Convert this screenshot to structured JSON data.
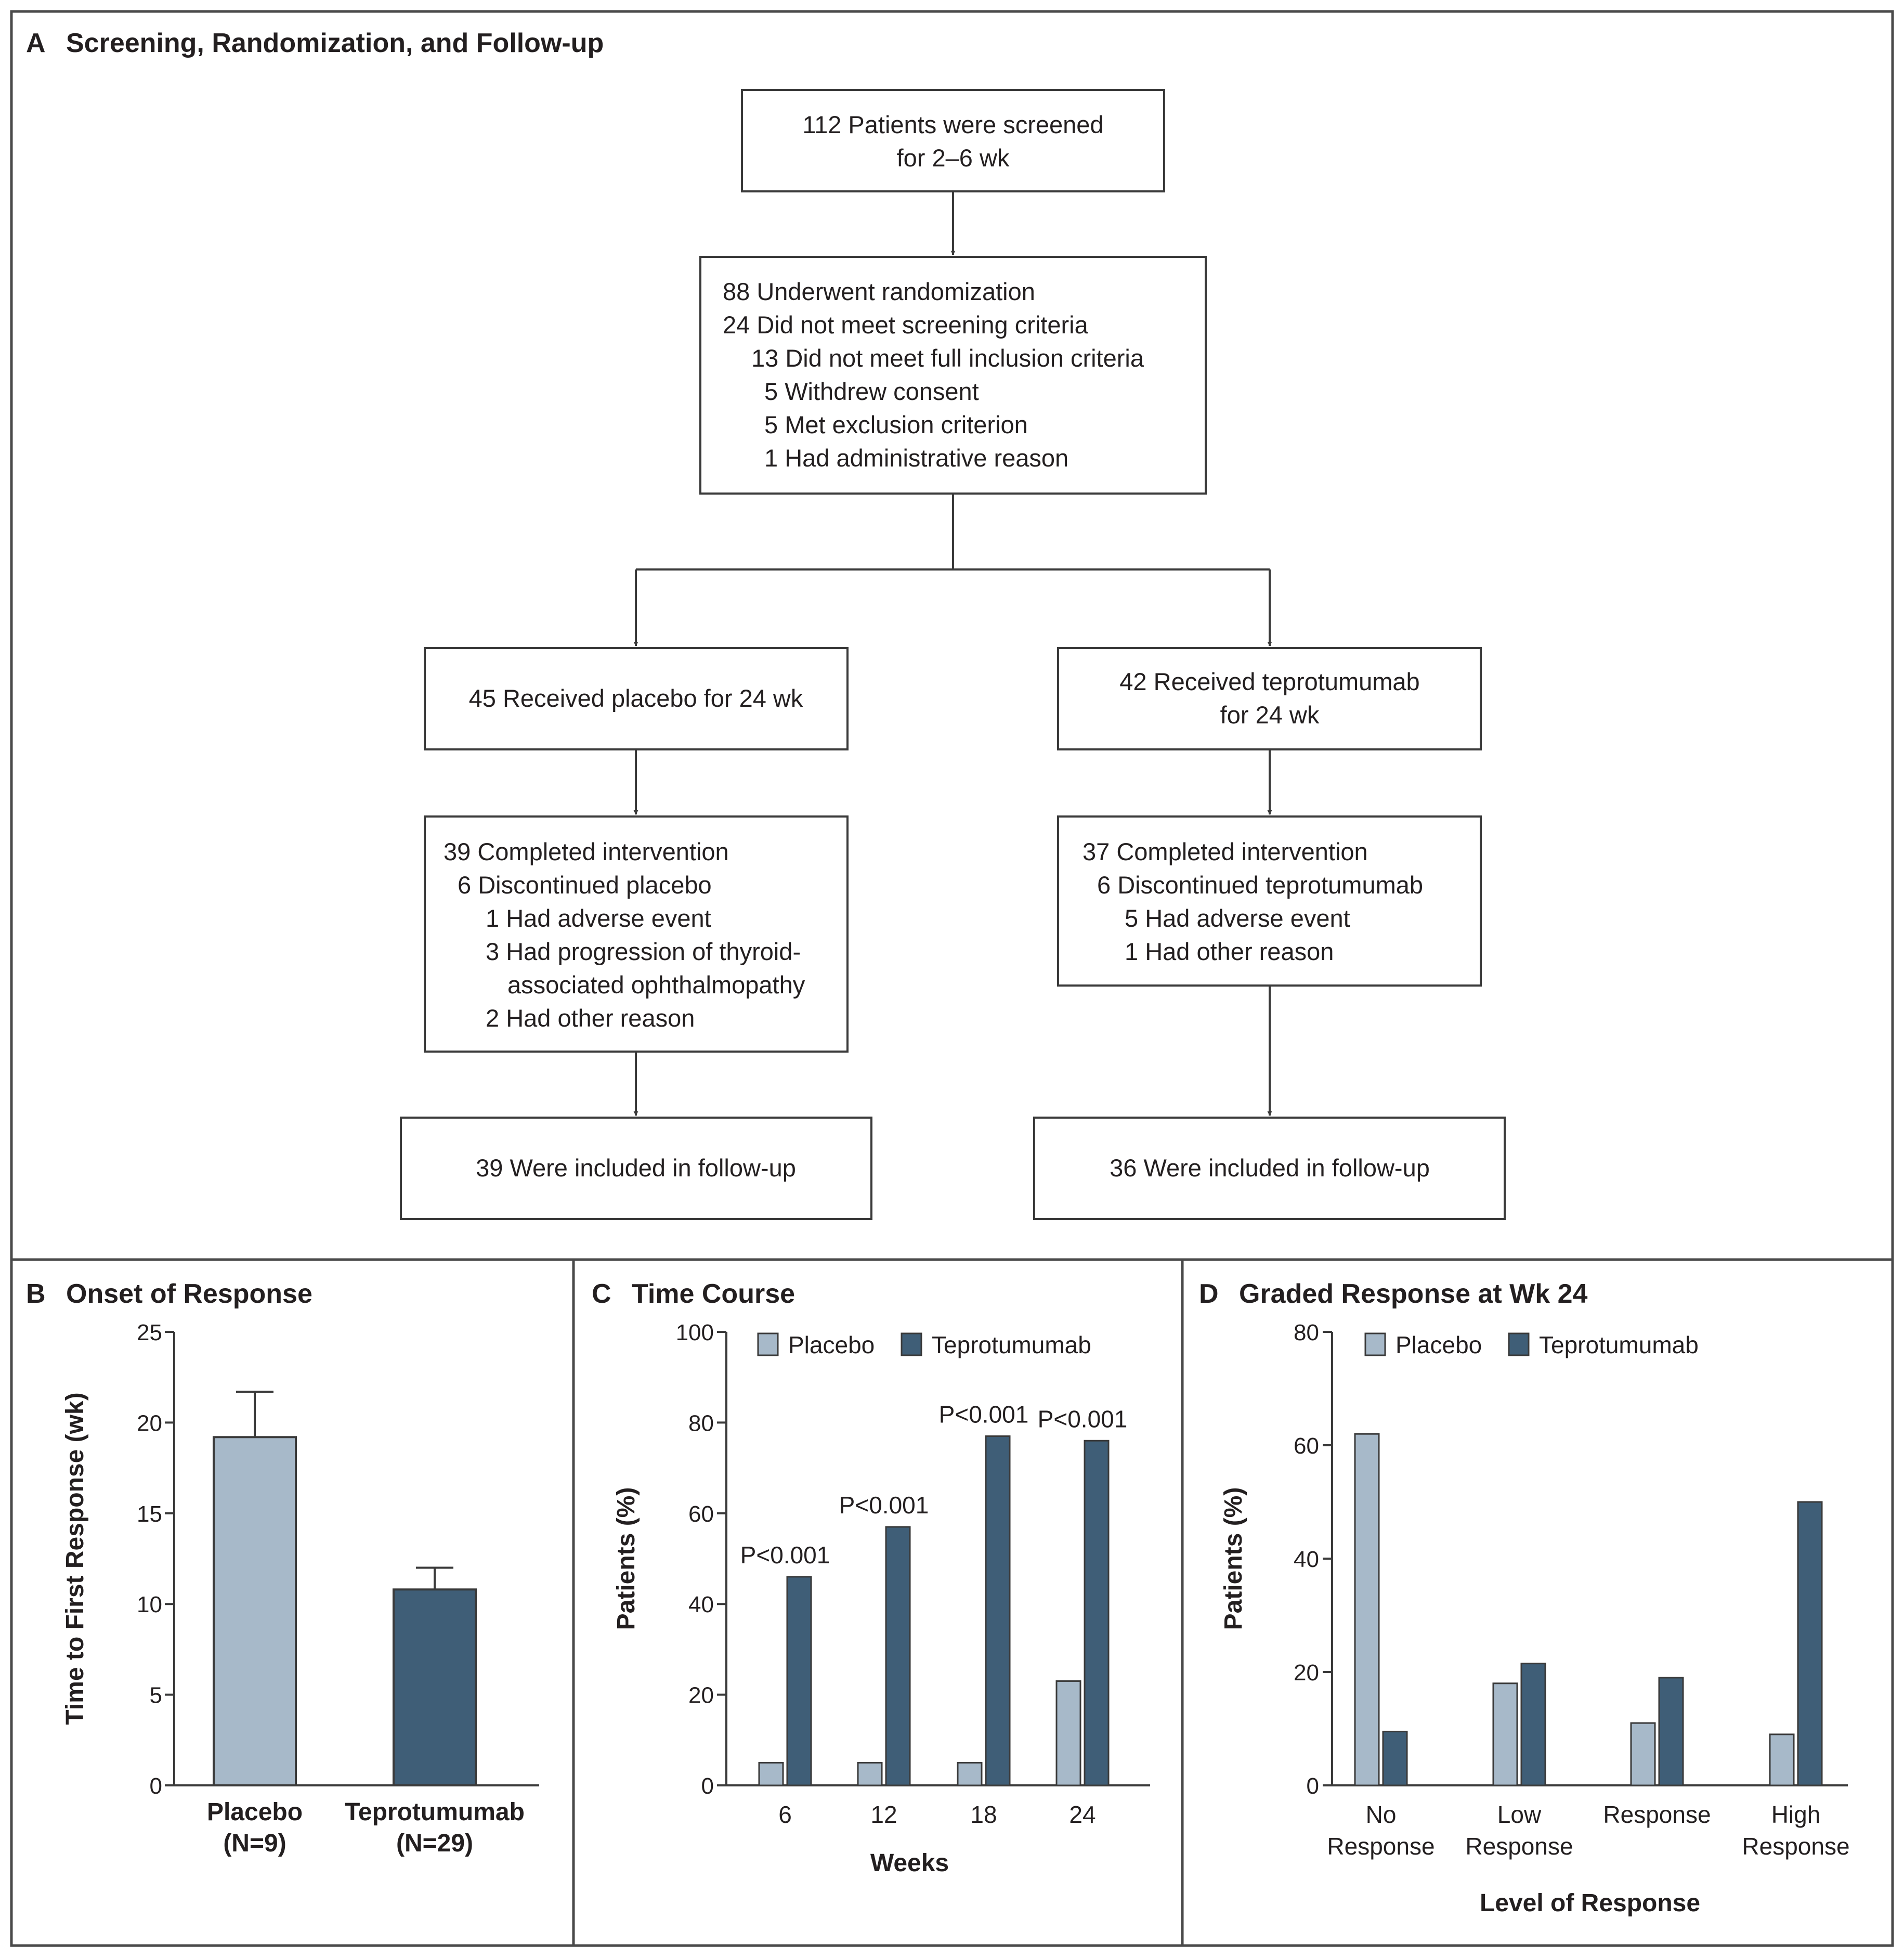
{
  "panel_a": {
    "letter": "A",
    "title": "Screening, Randomization, and Follow-up",
    "screened": [
      "112 Patients were screened",
      "for 2–6 wk"
    ],
    "randomization": [
      "88 Underwent randomization",
      "24 Did not meet screening criteria",
      "13 Did not meet full inclusion criteria",
      "5 Withdrew consent",
      "5 Met exclusion criterion",
      "1 Had administrative reason"
    ],
    "placebo_arm": [
      "45 Received placebo for 24 wk"
    ],
    "tepro_arm": [
      "42 Received teprotumumab",
      "for 24 wk"
    ],
    "placebo_completion": [
      "39 Completed intervention",
      "6 Discontinued placebo",
      "1 Had adverse event",
      "3 Had progression of thyroid-",
      "associated ophthalmopathy",
      "2 Had other reason"
    ],
    "tepro_completion": [
      "37 Completed intervention",
      "6 Discontinued teprotumumab",
      "5 Had adverse event",
      "1 Had other reason"
    ],
    "placebo_followup": [
      "39 Were included in follow-up"
    ],
    "tepro_followup": [
      "36 Were included in follow-up"
    ]
  },
  "colors": {
    "placebo": "#a7b9c9",
    "teprotumumab": "#3f5e77",
    "line": "#3a3a3a"
  },
  "chart_data": [
    {
      "panel": "B",
      "title": "Onset of Response",
      "type": "bar",
      "categories": [
        [
          "Placebo",
          "(N=9)"
        ],
        [
          "Teprotumumab",
          "(N=29)"
        ]
      ],
      "values": [
        19.2,
        10.8
      ],
      "error_upper": [
        21.7,
        12.0
      ],
      "ylabel": "Time to First Response (wk)",
      "xlabel": "",
      "ylim": [
        0,
        25
      ],
      "yticks": [
        0,
        5,
        10,
        15,
        20,
        25
      ],
      "grid": false,
      "legend": "none"
    },
    {
      "panel": "C",
      "title": "Time Course",
      "type": "bar",
      "categories": [
        "6",
        "12",
        "18",
        "24"
      ],
      "series": [
        {
          "name": "Placebo",
          "values": [
            5,
            5,
            5,
            23
          ]
        },
        {
          "name": "Teprotumumab",
          "values": [
            46,
            57,
            77,
            76
          ]
        }
      ],
      "annotations": [
        "P<0.001",
        "P<0.001",
        "P<0.001",
        "P<0.001"
      ],
      "xlabel": "Weeks",
      "ylabel": "Patients (%)",
      "ylim": [
        0,
        100
      ],
      "yticks": [
        0,
        20,
        40,
        60,
        80,
        100
      ],
      "grid": false,
      "legend": "top"
    },
    {
      "panel": "D",
      "title": "Graded Response at Wk 24",
      "type": "bar",
      "categories": [
        [
          "No",
          "Response"
        ],
        [
          "Low",
          "Response"
        ],
        [
          "Response"
        ],
        [
          "High",
          "Response"
        ]
      ],
      "series": [
        {
          "name": "Placebo",
          "values": [
            62,
            18,
            11,
            9
          ]
        },
        {
          "name": "Teprotumumab",
          "values": [
            9.5,
            21.5,
            19,
            50
          ]
        }
      ],
      "xlabel": "Level of Response",
      "ylabel": "Patients (%)",
      "ylim": [
        0,
        80
      ],
      "yticks": [
        0,
        20,
        40,
        60,
        80
      ],
      "grid": false,
      "legend": "top"
    }
  ]
}
